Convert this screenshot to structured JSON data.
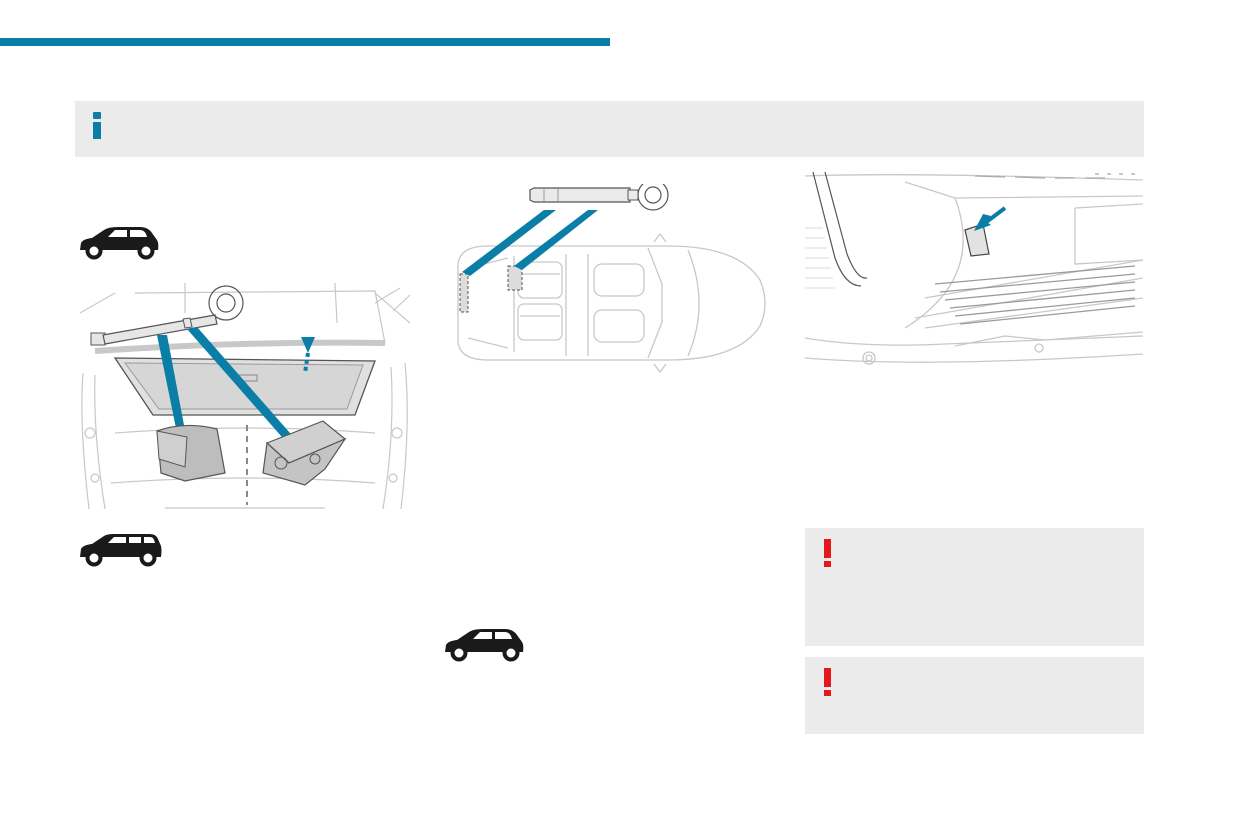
{
  "colors": {
    "accent": "#0a7ea6",
    "warning": "#e3171c",
    "panel": "#ebebeb",
    "car_silhouette": "#1a1a1a",
    "line_art": "#c8c8c8"
  },
  "header": {
    "icon": "blue-rule"
  },
  "info_panel": {
    "icon": "info-icon"
  },
  "figures": {
    "hatchback_icon_1": {
      "icon": "hatchback-car-icon"
    },
    "suv_icon": {
      "icon": "suv-car-icon"
    },
    "hatchback_icon_2": {
      "icon": "hatchback-car-icon"
    },
    "boot_storage": {
      "icon": "towing-eye-boot-storage-figure"
    },
    "top_view": {
      "icon": "car-top-view-figure"
    },
    "front_bumper": {
      "icon": "front-bumper-cover-figure"
    }
  },
  "warnings": [
    {
      "icon": "exclamation-icon"
    },
    {
      "icon": "exclamation-icon"
    }
  ]
}
